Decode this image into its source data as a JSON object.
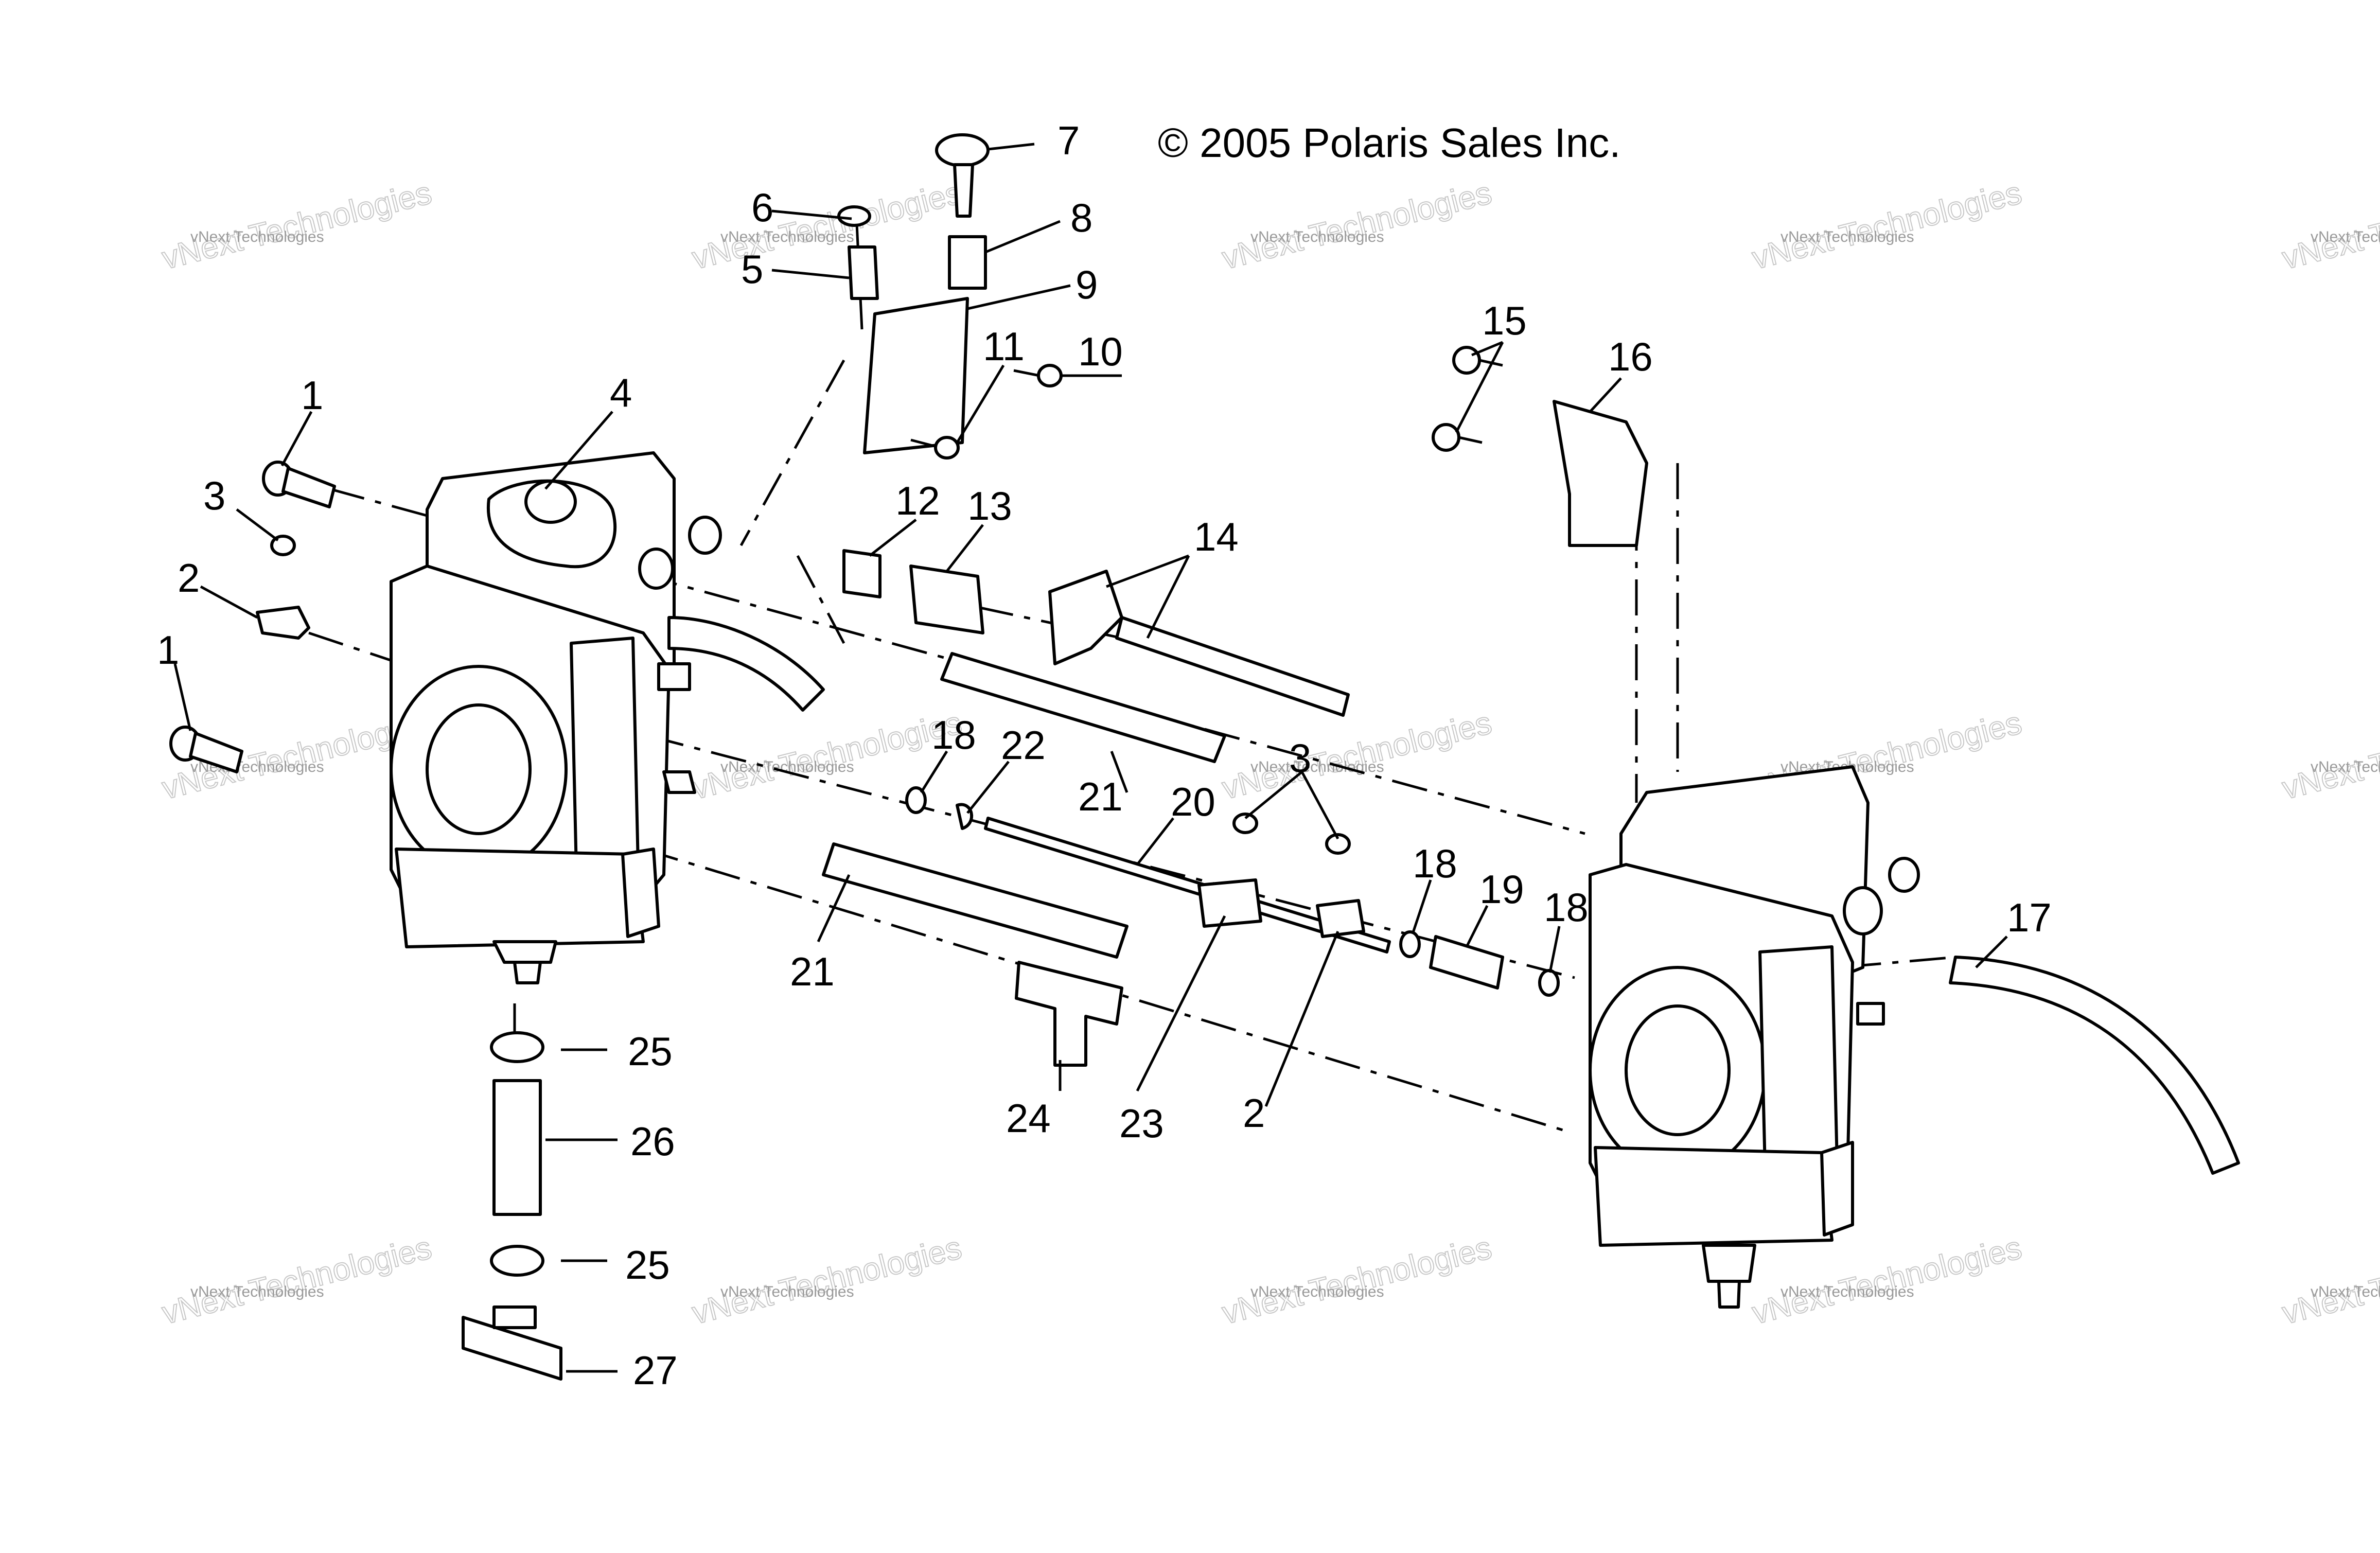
{
  "copyright": "© 2005 Polaris Sales Inc.",
  "watermark": {
    "line1": "vNext Technologies",
    "line2": "vNext Technologies"
  },
  "callouts": [
    "1",
    "1",
    "2",
    "2",
    "3",
    "3",
    "4",
    "5",
    "6",
    "7",
    "8",
    "9",
    "10",
    "11",
    "12",
    "13",
    "14",
    "15",
    "16",
    "17",
    "18",
    "18",
    "18",
    "19",
    "20",
    "21",
    "21",
    "22",
    "23",
    "24",
    "25",
    "25",
    "26",
    "27"
  ]
}
